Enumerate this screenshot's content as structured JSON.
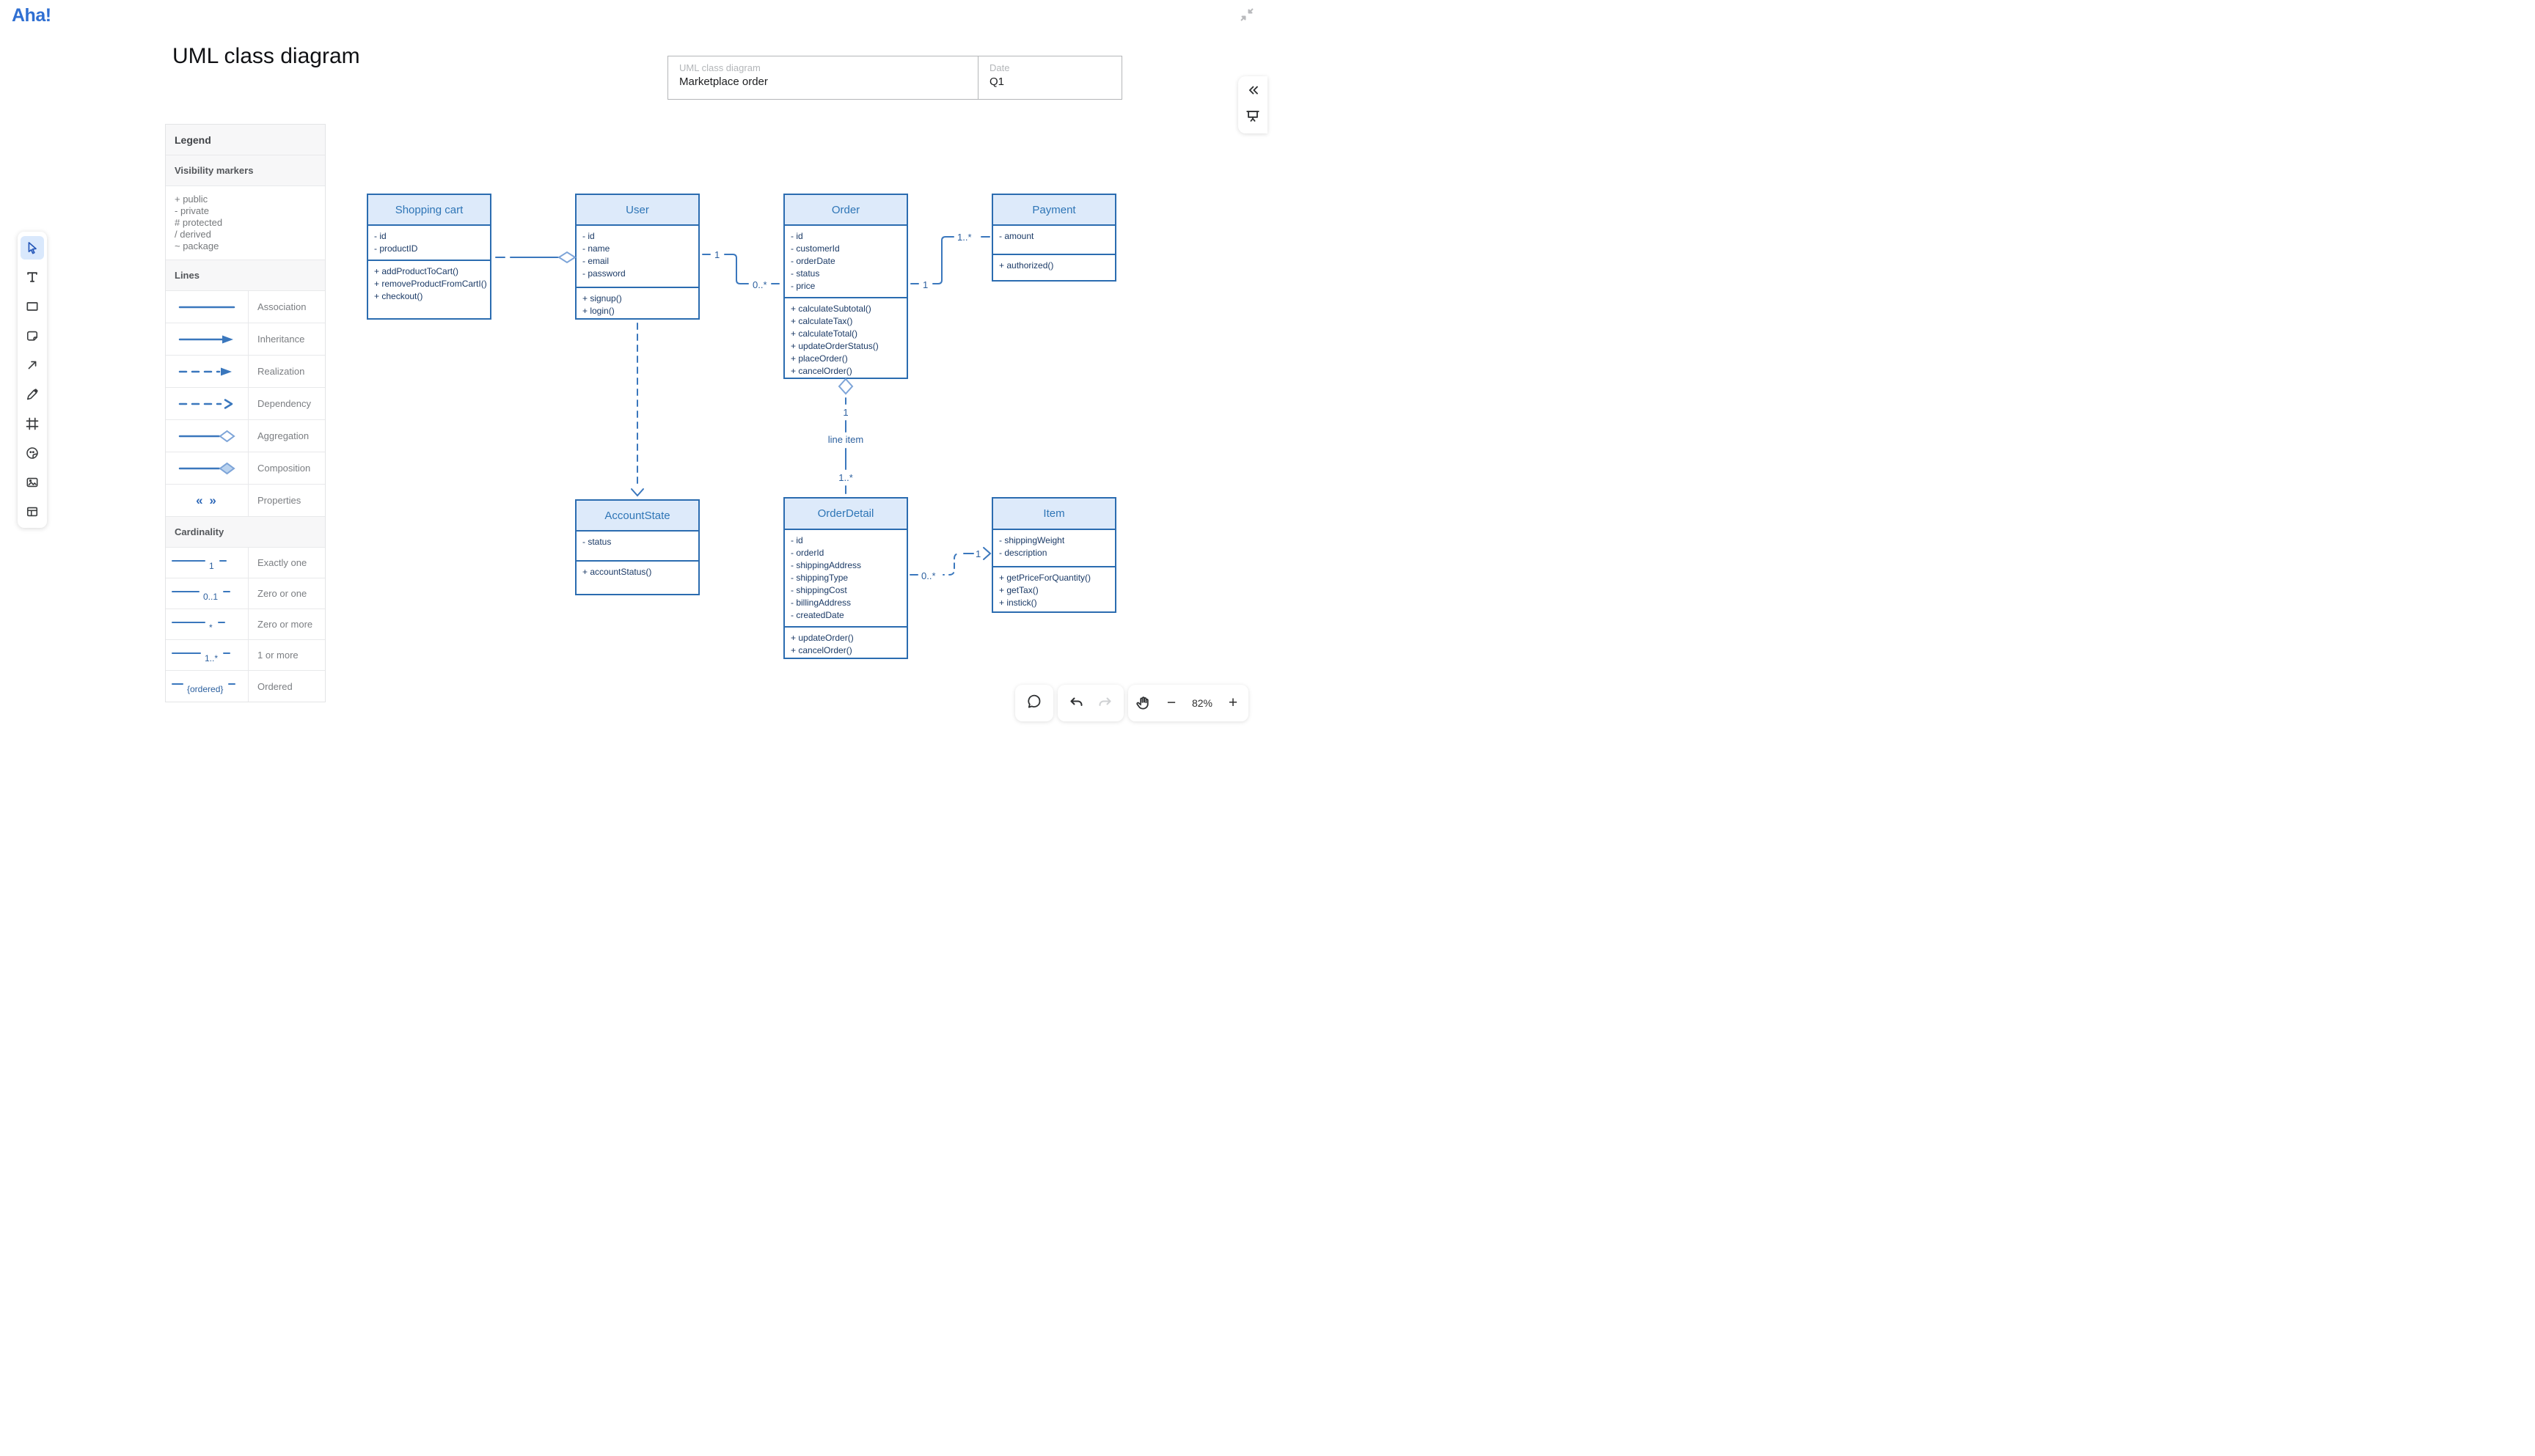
{
  "app": {
    "logo_text": "Aha!"
  },
  "page": {
    "title": "UML class diagram"
  },
  "meta_box": {
    "name_label": "UML class diagram",
    "name_value": "Marketplace order",
    "date_label": "Date",
    "date_value": "Q1"
  },
  "legend": {
    "title": "Legend",
    "visibility": {
      "header": "Visibility markers",
      "items": [
        "+ public",
        "- private",
        "# protected",
        "/ derived",
        "~ package"
      ]
    },
    "lines": {
      "header": "Lines",
      "rows": [
        "Association",
        "Inheritance",
        "Realization",
        "Dependency",
        "Aggregation",
        "Composition",
        "Properties"
      ],
      "properties_symbol": "« »"
    },
    "cardinality": {
      "header": "Cardinality",
      "rows": [
        {
          "symbol": "1",
          "label": "Exactly one"
        },
        {
          "symbol": "0..1",
          "label": "Zero or one"
        },
        {
          "symbol": "*",
          "label": "Zero or more"
        },
        {
          "symbol": "1..*",
          "label": "1 or more"
        },
        {
          "symbol": "{ordered}",
          "label": "Ordered"
        }
      ]
    }
  },
  "toolbar_icons": [
    "select-tool",
    "text-tool",
    "shape-tool",
    "sticky-note-tool",
    "connector-tool",
    "draw-tool",
    "frame-tool",
    "sticker-tool",
    "image-tool",
    "template-tool"
  ],
  "right_dock_icons": [
    "collapse-panel",
    "present-mode"
  ],
  "classes": [
    {
      "name": "Shopping cart",
      "attributes": [
        "- id",
        "- productID"
      ],
      "methods": [
        "+ addProductToCart()",
        "+ removeProductFromCartI()",
        "+ checkout()"
      ]
    },
    {
      "name": "User",
      "attributes": [
        "- id",
        "- name",
        "- email",
        "- password"
      ],
      "methods": [
        "+ signup()",
        "+ login()"
      ]
    },
    {
      "name": "Order",
      "attributes": [
        "- id",
        "- customerId",
        "- orderDate",
        "- status",
        "- price"
      ],
      "methods": [
        "+ calculateSubtotal()",
        "+ calculateTax()",
        "+ calculateTotal()",
        "+ updateOrderStatus()",
        "+ placeOrder()",
        "+ cancelOrder()"
      ]
    },
    {
      "name": "Payment",
      "attributes": [
        "- amount"
      ],
      "methods": [
        "+ authorized()"
      ]
    },
    {
      "name": "AccountState",
      "attributes": [
        "- status"
      ],
      "methods": [
        "+ accountStatus()"
      ]
    },
    {
      "name": "OrderDetail",
      "attributes": [
        "- id",
        "- orderId",
        "- shippingAddress",
        "- shippingType",
        "- shippingCost",
        "- billingAddress",
        "- createdDate"
      ],
      "methods": [
        "+ updateOrder()",
        "+ cancelOrder()"
      ]
    },
    {
      "name": "Item",
      "attributes": [
        "- shippingWeight",
        "- description"
      ],
      "methods": [
        "+ getPriceForQuantity()",
        "+ getTax()",
        "+ instick()"
      ]
    }
  ],
  "connectors": {
    "user_order": {
      "near_user": "1",
      "near_order": "0..*"
    },
    "order_payment": {
      "near_order": "1",
      "near_payment": "1..*"
    },
    "order_orderdetail": {
      "near_order": "1",
      "mid_label": "line item",
      "near_orderdetail": "1..*"
    },
    "orderdetail_item": {
      "near_orderdetail": "0..*",
      "near_item": "1"
    }
  },
  "controls": {
    "zoom_level": "82%",
    "minus_sign": "−",
    "plus_sign": "+"
  },
  "colors": {
    "accent_blue": "#3a77bd",
    "box_border": "#2b6cb0",
    "box_header_bg": "#ddeafa",
    "box_title_text": "#2e75b6",
    "box_body_text": "#1b3a66",
    "logo_blue": "#2f6fd2",
    "legend_text": "#76797c"
  }
}
